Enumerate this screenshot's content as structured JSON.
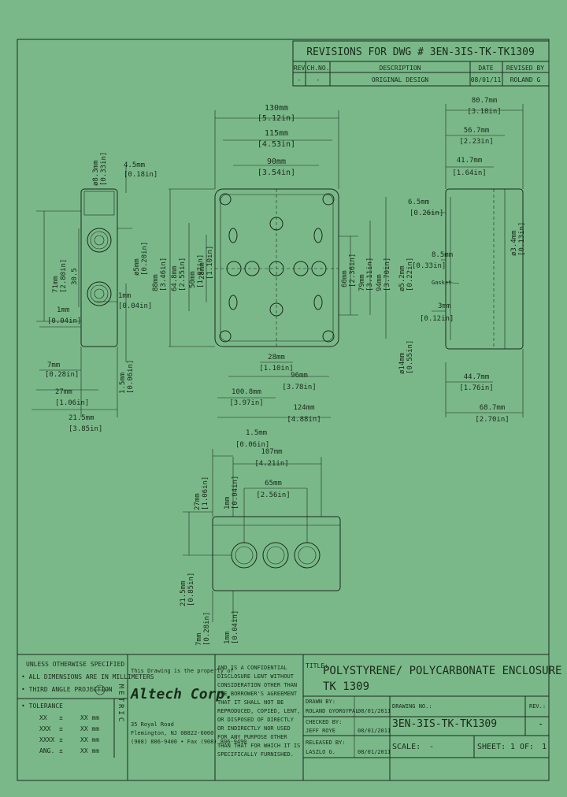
{
  "revisions": {
    "title": "REVISIONS FOR DWG # 3EN-3IS-TK-TK1309",
    "headers": [
      "REV",
      "CH.NO.",
      "DESCRIPTION",
      "DATE",
      "REVISED BY"
    ],
    "row": [
      "-",
      "-",
      "ORIGINAL DESIGN",
      "08/01/11",
      "ROLAND G"
    ]
  },
  "front_view": {
    "width_overall": "130mm",
    "width_overall_in": "[5.12in]",
    "width_1": "115mm",
    "width_1_in": "[4.53in]",
    "width_2": "90mm",
    "width_2_in": "[3.54in]",
    "height_overall": "88mm",
    "height_overall_in": "[3.46in]",
    "height_1": "64.8mm",
    "height_1_in": "[2.55in]",
    "height_2": "50mm",
    "height_2_in": "[1.97in]",
    "height_3": "28mm",
    "height_3_in": "[1.10in]",
    "right_1": "60mm",
    "right_1_in": "[2.36in]",
    "right_2": "79mm",
    "right_2_in": "[3.11in]",
    "right_3": "94mm",
    "right_3_in": "[3.70in]",
    "bottom_1": "28mm",
    "bottom_1_in": "[1.10in]",
    "bottom_2": "96mm",
    "bottom_2_in": "[3.78in]",
    "bottom_3": "100.8mm",
    "bottom_3_in": "[3.97in]",
    "bottom_4": "124mm",
    "bottom_4_in": "[4.88in]"
  },
  "left_view": {
    "hole": "ø8.3mm",
    "hole_in": "[0.33in]",
    "wall": "4.5mm",
    "wall_in": "[0.18in]",
    "h_71": "71mm",
    "h_71_in": "[2.80in]",
    "h_305": "30.5",
    "h_5": "ø5mm",
    "h_5_in": "[0.20in]",
    "left_1": "1mm",
    "left_1_in": "[0.04in]",
    "right_1": "1mm",
    "right_1_in": "[0.04in]",
    "b_7": "7mm",
    "b_7_in": "[0.28in]",
    "b_15": "1.5mm",
    "b_15_in": "[0.06in]",
    "b_27": "27mm",
    "b_27_in": "[1.06in]",
    "b_215": "21.5mm",
    "b_215_in": "[3.85in]"
  },
  "right_view": {
    "d_807": "80.7mm",
    "d_807_in": "[3.18in]",
    "d_567": "56.7mm",
    "d_567_in": "[2.23in]",
    "d_417": "41.7mm",
    "d_417_in": "[1.64in]",
    "d_65": "6.5mm",
    "d_65_in": "[0.26in]",
    "d_85": "8.5mm",
    "d_85_in": "[0.33in]",
    "d_52": "ø5.2mm",
    "d_52_in": "[0.22in]",
    "d_34": "ø3.4mm",
    "d_34_in": "[0.13in]",
    "d_3": "3mm",
    "d_3_in": "[0.12in]",
    "d_14": "ø14mm",
    "d_14_in": "[0.55in]",
    "d_447": "44.7mm",
    "d_447_in": "[1.76in]",
    "d_687": "68.7mm",
    "d_687_in": "[2.70in]",
    "gasket": "Gasket"
  },
  "bottom_view": {
    "d_15": "1.5mm",
    "d_15_in": "[0.06in]",
    "d_107": "107mm",
    "d_107_in": "[4.21in]",
    "d_65": "65mm",
    "d_65_in": "[2.56in]",
    "d_27": "27mm",
    "d_27_in": "[1.06in]",
    "d_1": "1mm",
    "d_1_in": "[0.04in]",
    "d_215": "21.5mm",
    "d_215_in": "[0.85in]",
    "d_7": "7mm",
    "d_7_in": "[0.28in]",
    "d_1b": "1mm",
    "d_1b_in": "[0.04in]"
  },
  "title_block": {
    "unless": "UNLESS OTHERWISE SPECIFIED",
    "note_1": "• ALL DIMENSIONS ARE IN MILLIMETERS",
    "note_2": "• THIRD ANGLE PROJECTION",
    "tol_header": "• TOLERANCE",
    "tolerances": [
      {
        "k": "XX",
        "v": "XX mm"
      },
      {
        "k": "XXX",
        "v": "XX mm"
      },
      {
        "k": "XXXX",
        "v": "XX mm"
      },
      {
        "k": "ANG.",
        "v": "XX mm"
      }
    ],
    "metric": "METRIC",
    "property": "This Drawing is the property of",
    "logo": "Altech Corp.",
    "address_1": "35 Royal Road",
    "address_2": "Flemington, NJ 08822-6000",
    "address_3": "(908) 806-9400 • Fax (908) 806-9490",
    "legal": "AND IS A CONFIDENTIAL DISCLOSURE LENT WITHOUT CONSIDERATION OTHER THAN THE BORROWER'S AGREEMENT THAT IT SHALL NOT BE REPRODUCED, COPIED, LENT, OR DISPOSED OF DIRECTLY OR INDIRECTLY NOR USED FOR ANY PURPOSE OTHER THAN THAT FOR WHICH IT IS SPECIFICALLY FURNISHED.",
    "drawn_label": "DRAWN BY:",
    "drawn_by": "ROLAND GYORGYPAL",
    "drawn_date": "08/01/2011",
    "checked_label": "CHECKED BY:",
    "checked_by": "JEFF ROYE",
    "checked_date": "08/01/2011",
    "released_label": "RELEASED BY:",
    "released_by": "LASZLO G.",
    "released_date": "08/01/2011",
    "title_label": "TITLE:",
    "title": "POLYSTYRENE/ POLYCARBONATE ENCLOSURE",
    "subtitle": "TK 1309",
    "drawing_no_label": "DRAWING NO.:",
    "drawing_no": "3EN-3IS-TK-TK1309",
    "rev_label": "REV.:",
    "rev": "-",
    "scale_label": "SCALE:",
    "scale": "-",
    "sheet_label": "SHEET:",
    "sheet": "1",
    "of_label": "OF:",
    "of": "1"
  }
}
